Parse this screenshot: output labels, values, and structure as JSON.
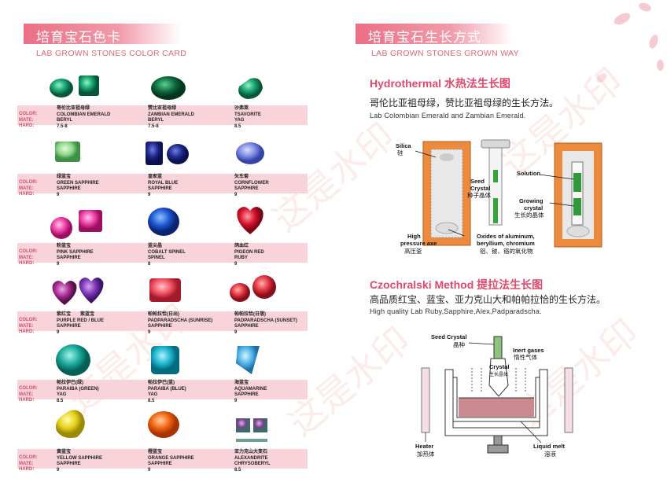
{
  "left": {
    "header": "培育宝石色卡",
    "subheader": "LAB GROWN STONES COLOR CARD",
    "row_labels": [
      "COLOR:",
      "MATE:",
      "HARD:"
    ],
    "rows": [
      [
        {
          "cn": "哥伦比亚祖母绿",
          "color": "COLOMBIAN EMERALD",
          "mate": "BERYL",
          "hard": "7.5-8"
        },
        {
          "cn": "赞比亚祖母绿",
          "color": "ZAMBIAN EMERALD",
          "mate": "BERYL",
          "hard": "7.5-8"
        },
        {
          "cn": "沙弗莱",
          "color": "TSAVORITE",
          "mate": "YAG",
          "hard": "8.5"
        }
      ],
      [
        {
          "cn": "绿蓝宝",
          "color": "GREEN SAPPHIRE",
          "mate": "SAPPHIRE",
          "hard": "9"
        },
        {
          "cn": "皇家蓝",
          "color": "ROYAL BLUE",
          "mate": "SAPPHIRE",
          "hard": "9"
        },
        {
          "cn": "矢车菊",
          "color": "CORNFLOWER",
          "mate": "SAPPHIRE",
          "hard": "9"
        }
      ],
      [
        {
          "cn": "粉蓝宝",
          "color": "PINK SAPPHIRE",
          "mate": "SAPPHIRE",
          "hard": "9"
        },
        {
          "cn": "蓝尖晶",
          "color": "COBALT SPINEL",
          "mate": "SPINEL",
          "hard": "8"
        },
        {
          "cn": "鸽血红",
          "color": "PIGEON RED",
          "mate": "RUBY",
          "hard": "9"
        }
      ],
      [
        {
          "cn": "紫红宝　　紫蓝宝",
          "color": "PURPLE RED / BLUE",
          "mate": "SAPPHIRE",
          "hard": "9"
        },
        {
          "cn": "帕帕拉恰(日出)",
          "color": "PADPARADSCHA (SUNRISE)",
          "mate": "SAPPHIRE",
          "hard": "9"
        },
        {
          "cn": "帕帕拉恰(日落)",
          "color": "PADPARADSCHA (SUNSET)",
          "mate": "SAPPHIRE",
          "hard": "9"
        }
      ],
      [
        {
          "cn": "帕拉伊巴(绿)",
          "color": "PARAIBA (GREEN)",
          "mate": "YAG",
          "hard": "8.5"
        },
        {
          "cn": "帕拉伊巴(蓝)",
          "color": "PARAIBA (BLUE)",
          "mate": "YAG",
          "hard": "8.5"
        },
        {
          "cn": "海蓝宝",
          "color": "AQUAMARINE",
          "mate": "SAPPHIRE",
          "hard": "9"
        }
      ],
      [
        {
          "cn": "黄蓝宝",
          "color": "YELLOW SAPPHIRE",
          "mate": "SAPPHIRE",
          "hard": "9"
        },
        {
          "cn": "橙蓝宝",
          "color": "ORANGE SAPPHIRE",
          "mate": "SAPPHIRE",
          "hard": "9"
        },
        {
          "cn": "亚力克山大变石",
          "color": "ALEXANDRITE",
          "mate": "CHRYSOBERYL",
          "hard": "8.5"
        }
      ]
    ]
  },
  "right": {
    "header": "培育宝石生长方式",
    "subheader": "LAB GROWN STONES GROWN WAY",
    "hydro": {
      "title_en": "Hydrothermal",
      "title_cn": " 水热法生长图",
      "desc_cn": "哥伦比亚祖母绿，赞比亚祖母绿的生长方法。",
      "desc_en": "Lab Colombian Emerald and Zambian Emerald.",
      "labels": {
        "silica": "Silica",
        "silica_cn": "硅",
        "seed": "Seed",
        "crystal": "Crystal",
        "seed_cn": "种子晶体",
        "solution": "Solution",
        "growing": "Growing",
        "growing2": "crystal",
        "growing_cn": "生长的晶体",
        "high": "High",
        "pressure": "pressure axe",
        "pressure_cn": "高压釜",
        "oxides1": "Oxides of aluminum,",
        "oxides2": "beryllium, chromium",
        "oxides_cn": "铝、铍、铬的氧化物"
      }
    },
    "czo": {
      "title_en": "Czochralski Method",
      "title_cn": " 提拉法生长图",
      "desc_cn": "高品质红宝、蓝宝、亚力克山大和帕帕拉恰的生长方法。",
      "desc_en": "High quality Lab Ruby,Sapphire,Alex,Padparadscha.",
      "labels": {
        "seed": "Seed Crystal",
        "seed_cn": "晶种",
        "inert": "Inert gases",
        "inert_cn": "惰性气体",
        "crystal": "Crystal",
        "crystal_cn": "生长晶体",
        "heater": "Heater",
        "heater_cn": "加热体",
        "melt": "Liquid melt",
        "melt_cn": "溶液"
      }
    }
  },
  "watermark": "这是水印"
}
